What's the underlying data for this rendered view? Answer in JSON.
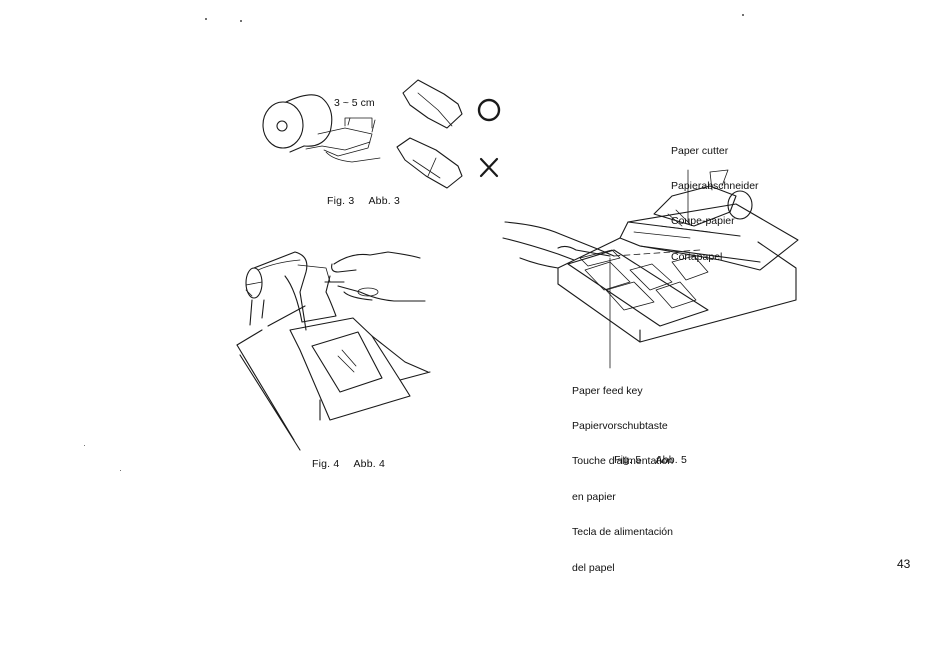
{
  "figure3": {
    "caption_fig": "Fig. 3",
    "caption_abb": "Abb. 3",
    "measurement": "3 ~ 5 cm",
    "correct_symbol": "correct-circle-icon",
    "wrong_symbol": "wrong-cross-icon"
  },
  "figure4": {
    "caption_fig": "Fig. 4",
    "caption_abb": "Abb. 4"
  },
  "figure5": {
    "caption_fig": "Fig. 5",
    "caption_abb": "Abb. 5",
    "cutter_label": [
      "Paper cutter",
      "Papierabschneider",
      "Coupe-papier",
      "Cortapapel"
    ],
    "feed_key_label": [
      "Paper feed key",
      "Papiervorschubtaste",
      "Touche d'alimentation",
      "en papier",
      "Tecla de alimentación",
      "del papel"
    ]
  },
  "page_number": "43"
}
